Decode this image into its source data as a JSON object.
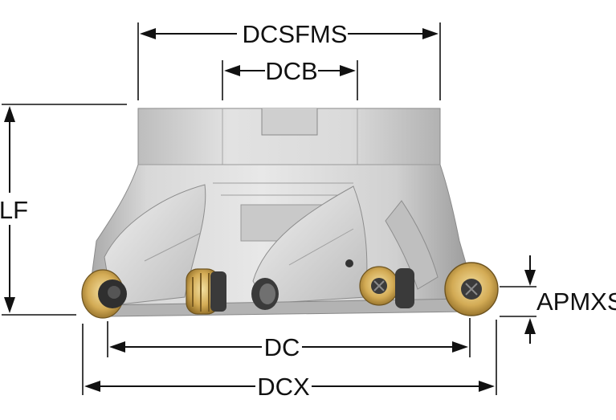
{
  "diagram": {
    "labels": {
      "dcsfms": "DCSFMS",
      "dcb": "DCB",
      "lf": "LF",
      "apmxs": "APMXS",
      "dc": "DC",
      "dcx": "DCX"
    },
    "colors": {
      "body_light": "#dcdcdc",
      "body_mid": "#c4c4c4",
      "body_dark": "#8e8e8e",
      "insert_gold": "#c8a24a",
      "insert_dark": "#3a3a3a",
      "dimension_line": "#111111"
    }
  }
}
